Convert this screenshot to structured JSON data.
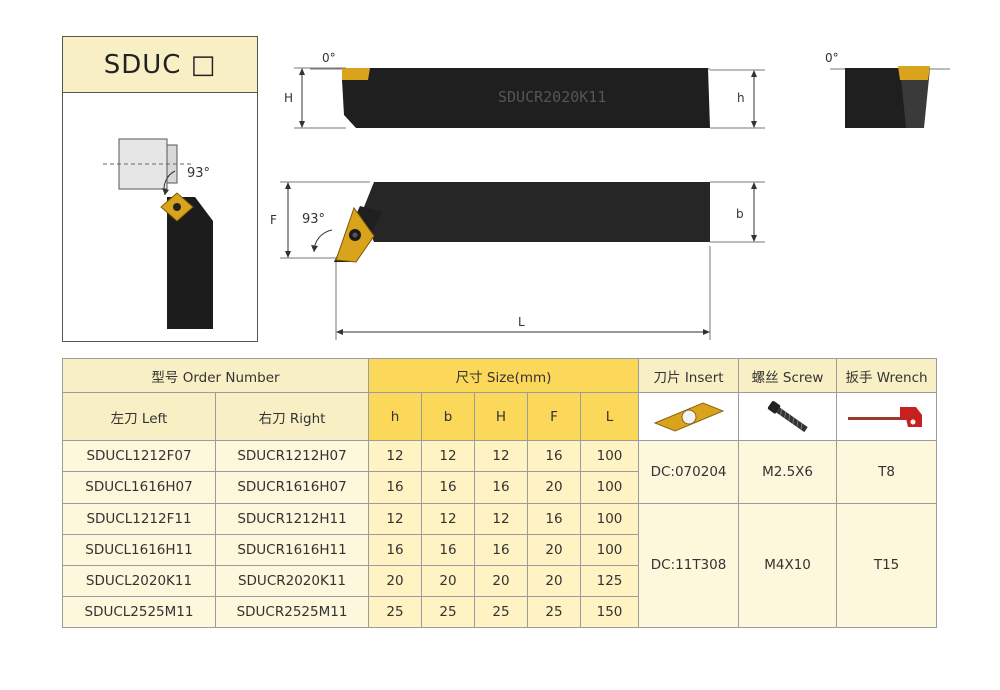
{
  "title": {
    "model": "SDUC □"
  },
  "drawing": {
    "angle_top_left": "0°",
    "angle_top_right": "0°",
    "label_H": "H",
    "label_h": "h",
    "label_F": "F",
    "label_b": "b",
    "label_L": "L",
    "angle_approach": "93°",
    "angle_small": "93°",
    "engraving": "SDUCR2020K11"
  },
  "table": {
    "header": {
      "order_number": "型号 Order Number",
      "size": "尺寸 Size(mm)",
      "insert": "刀片 Insert",
      "screw": "螺丝 Screw",
      "wrench": "扳手 Wrench",
      "left": "左刀 Left",
      "right": "右刀 Right",
      "h": "h",
      "b": "b",
      "H": "H",
      "F": "F",
      "L": "L"
    },
    "rows": [
      {
        "left": "SDUCL1212F07",
        "right": "SDUCR1212H07",
        "h": "12",
        "b": "12",
        "H": "12",
        "F": "16",
        "L": "100"
      },
      {
        "left": "SDUCL1616H07",
        "right": "SDUCR1616H07",
        "h": "16",
        "b": "16",
        "H": "16",
        "F": "20",
        "L": "100"
      },
      {
        "left": "SDUCL1212F11",
        "right": "SDUCR1212H11",
        "h": "12",
        "b": "12",
        "H": "12",
        "F": "16",
        "L": "100"
      },
      {
        "left": "SDUCL1616H11",
        "right": "SDUCR1616H11",
        "h": "16",
        "b": "16",
        "H": "16",
        "F": "20",
        "L": "100"
      },
      {
        "left": "SDUCL2020K11",
        "right": "SDUCR2020K11",
        "h": "20",
        "b": "20",
        "H": "20",
        "F": "20",
        "L": "125"
      },
      {
        "left": "SDUCL2525M11",
        "right": "SDUCR2525M11",
        "h": "25",
        "b": "25",
        "H": "25",
        "F": "25",
        "L": "150"
      }
    ],
    "groups": [
      {
        "insert": "DC:070204",
        "screw": "M2.5X6",
        "wrench": "T8"
      },
      {
        "insert": "DC:11T308",
        "screw": "M4X10",
        "wrench": "T15"
      }
    ]
  },
  "colors": {
    "header_bg": "#f8f0c4",
    "size_header_bg": "#fbd75a",
    "size_cell_bg": "#fff3c3",
    "tool_body": "#222222",
    "insert_gold": "#d9a41c"
  }
}
